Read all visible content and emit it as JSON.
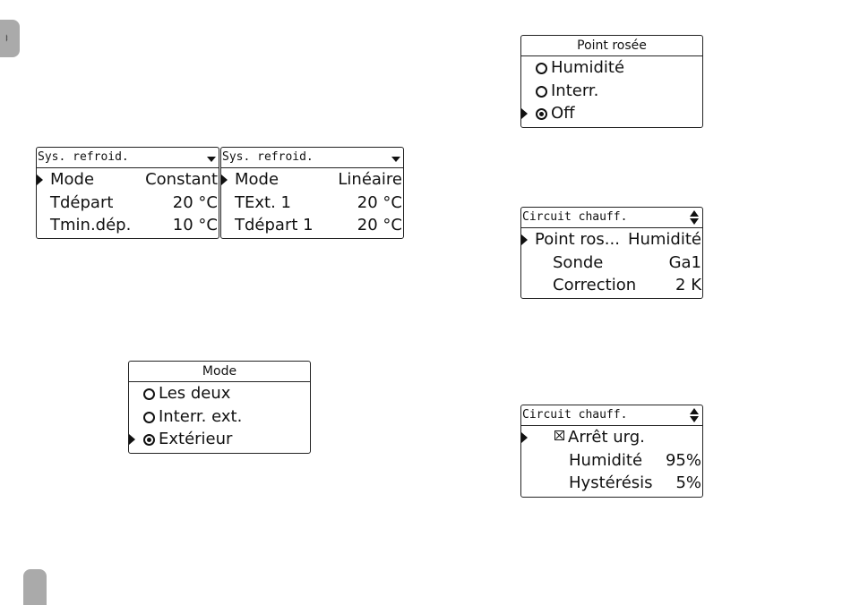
{
  "page_tab_glyph": "ᅲ",
  "screens": {
    "sys_a": {
      "title": "Sys. refroid.",
      "rows": [
        {
          "label": "Mode",
          "value": "Constant"
        },
        {
          "label": "Tdépart",
          "value": "20 °C"
        },
        {
          "label": "Tmin.dép.",
          "value": "10 °C"
        }
      ]
    },
    "sys_b": {
      "title": "Sys. refroid.",
      "rows": [
        {
          "label": "Mode",
          "value": "Linéaire"
        },
        {
          "label": "TExt. 1",
          "value": "20 °C"
        },
        {
          "label": "Tdépart 1",
          "value": "20 °C"
        }
      ]
    },
    "mode": {
      "title": "Mode",
      "options": [
        "Les deux",
        "Interr. ext.",
        "Extérieur"
      ],
      "selected": "Extérieur"
    },
    "dewpoint": {
      "title": "Point rosée",
      "options": [
        "Humidité",
        "Interr.",
        "Off"
      ],
      "selected": "Off"
    },
    "circuit_a": {
      "title": "Circuit chauff.",
      "rows": [
        {
          "label": "Point ros...",
          "value": "Humidité"
        },
        {
          "label": "Sonde",
          "value": "Ga1"
        },
        {
          "label": "Correction",
          "value": "2 K"
        }
      ]
    },
    "circuit_b": {
      "title": "Circuit chauff.",
      "rows": [
        {
          "label": "Arrêt urg.",
          "value": ""
        },
        {
          "label": "Humidité",
          "value": "95%"
        },
        {
          "label": "Hystérésis",
          "value": "5%"
        }
      ]
    }
  }
}
